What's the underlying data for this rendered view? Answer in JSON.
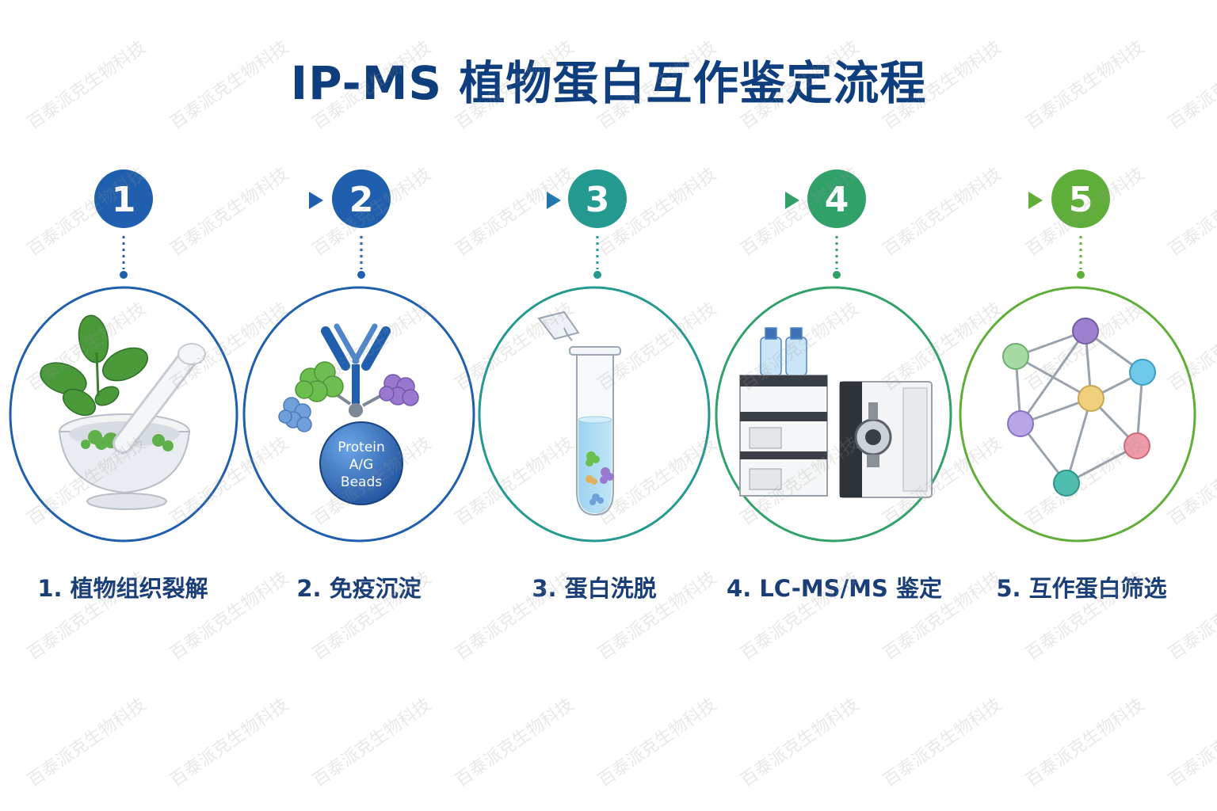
{
  "title": "IP-MS 植物蛋白互作鉴定流程",
  "steps": [
    {
      "number": "1",
      "label": "1. 植物组织裂解",
      "color": "#1f5fae"
    },
    {
      "number": "2",
      "label": "2. 免疫沉淀",
      "color": "#1f5fae"
    },
    {
      "number": "3",
      "label": "3. 蛋白洗脱",
      "color": "#24998f"
    },
    {
      "number": "4",
      "label": "4. LC-MS/MS 鉴定",
      "color": "#31a16a"
    },
    {
      "number": "5",
      "label": "5. 互作蛋白筛选",
      "color": "#5fae3a"
    }
  ],
  "beads_label": [
    "Protein",
    "A/G",
    "Beads"
  ],
  "watermark": "百泰派克生物科技"
}
